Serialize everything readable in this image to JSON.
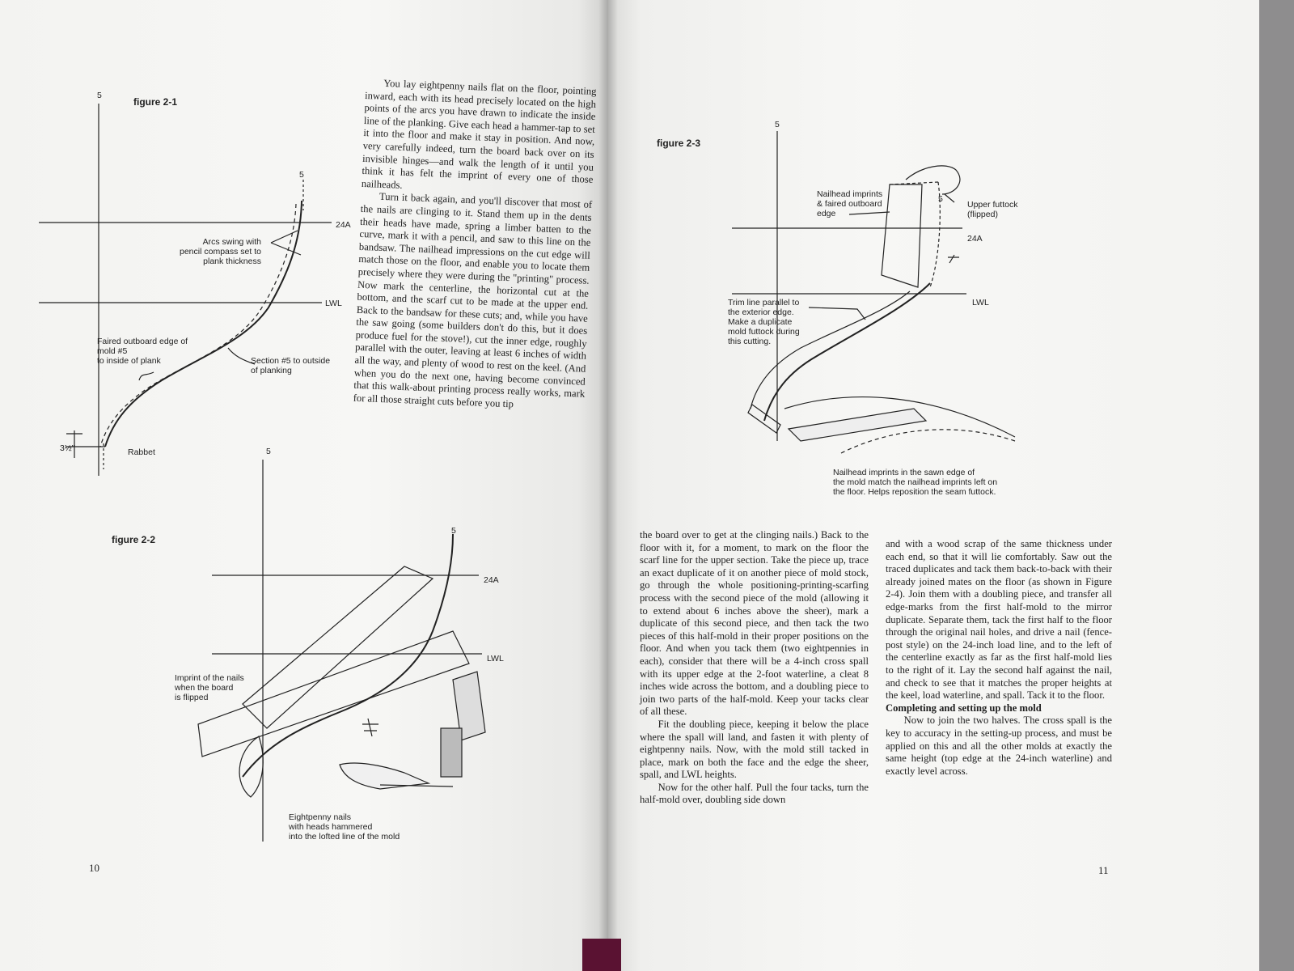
{
  "left_page": {
    "figure_1": {
      "title": "figure 2-1",
      "station_top": "5",
      "station_inner": "5",
      "line_24a": "24A",
      "line_lwl": "LWL",
      "label_arcs": "Arcs swing with\npencil compass set to\nplank thickness",
      "label_faired": "Faired outboard edge of\nmold #5\nto inside of plank",
      "label_section": "Section #5 to outside\nof planking",
      "label_dim": "3½\"",
      "label_rabbet": "Rabbet"
    },
    "figure_2": {
      "title": "figure 2-2",
      "station_left": "5",
      "station_right": "5",
      "line_24a": "24A",
      "line_lwl": "LWL",
      "label_imprint": "Imprint of the nails\nwhen the board\nis flipped",
      "label_nails": "Eightpenny nails\nwith heads hammered\ninto the lofted line of the mold"
    },
    "column_text": "You lay eightpenny nails flat on the floor, pointing inward, each with its head precisely located on the high points of the arcs you have drawn to indicate the inside line of the planking. Give each head a hammer-tap to set it into the floor and make it stay in position. And now, very carefully indeed, turn the board back over on its invisible hinges—and walk the length of it until you think it has felt the imprint of every one of those nailheads.",
    "column_text_2": "Turn it back again, and you'll discover that most of the nails are clinging to it. Stand them up in the dents their heads have made, spring a limber batten to the curve, mark it with a pencil, and saw to this line on the bandsaw. The nailhead impressions on the cut edge will match those on the floor, and enable you to locate them precisely where they were during the \"printing\" process. Now mark the centerline, the horizontal cut at the bottom, and the scarf cut to be made at the upper end. Back to the bandsaw for these cuts; and, while you have the saw going (some builders don't do this, but it does produce fuel for the stove!), cut the inner edge, roughly parallel with the outer, leaving at least 6 inches of width all the way, and plenty of wood to rest on the keel. (And when you do the next one, having become convinced that this walk-about printing process really works, mark for all those straight cuts before you tip",
    "page_number": "10"
  },
  "right_page": {
    "figure_3": {
      "title": "figure 2-3",
      "station_top": "5",
      "station_inner": "5",
      "line_24a": "24A",
      "line_lwl": "LWL",
      "label_nailhead": "Nailhead imprints\n& faired outboard\nedge",
      "label_upper": "Upper futtock\n(flipped)",
      "label_trim": "Trim line parallel to\nthe exterior edge.\nMake a duplicate\nmold futtock during\nthis cutting.",
      "label_bottom": "Nailhead imprints in the sawn edge of\nthe mold match the nailhead imprints left on\nthe floor. Helps reposition the seam futtock."
    },
    "column_1_p1": "the board over to get at the clinging nails.) Back to the floor with it, for a moment, to mark on the floor the scarf line for the upper section. Take the piece up, trace an exact duplicate of it on another piece of mold stock, go through the whole positioning-printing-scarfing process with the second piece of the mold (allowing it to extend about 6 inches above the sheer), mark a duplicate of this second piece, and then tack the two pieces of this half-mold in their proper positions on the floor. And when you tack them (two eightpennies in each), consider that there will be a 4-inch cross spall with its upper edge at the 2-foot waterline, a cleat 8 inches wide across the bottom, and a doubling piece to join two parts of the half-mold. Keep your tacks clear of all these.",
    "column_1_p2": "Fit the doubling piece, keeping it below the place where the spall will land, and fasten it with plenty of eightpenny nails. Now, with the mold still tacked in place, mark on both the face and the edge the sheer, spall, and LWL heights.",
    "column_1_p3": "Now for the other half. Pull the four tacks, turn the half-mold over, doubling side down",
    "column_2_p1": "and with a wood scrap of the same thickness under each end, so that it will lie comfortably. Saw out the traced duplicates and tack them back-to-back with their already joined mates on the floor (as shown in Figure 2-4). Join them with a doubling piece, and transfer all edge-marks from the first half-mold to the mirror duplicate. Separate them, tack the first half to the floor through the original nail holes, and drive a nail (fence-post style) on the 24-inch load line, and to the left of the centerline exactly as far as the first half-mold lies to the right of it. Lay the second half against the nail, and check to see that it matches the proper heights at the keel, load waterline, and spall. Tack it to the floor.",
    "column_2_heading": "Completing and setting up the mold",
    "column_2_p2": "Now to join the two halves. The cross spall is the key to accuracy in the setting-up process, and must be applied on this and all the other molds at exactly the same height (top edge at the 24-inch waterline) and exactly level across.",
    "page_number": "11"
  },
  "colors": {
    "paper": "#f6f6f4",
    "ink": "#1e1e1e",
    "background": "#8e8d8e",
    "spine": "#5a1232"
  }
}
